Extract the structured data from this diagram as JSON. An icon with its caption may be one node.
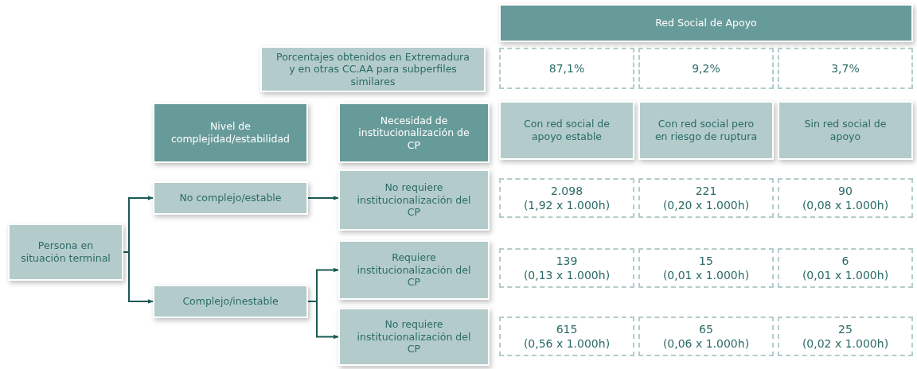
{
  "diagram": {
    "nodes": [
      {
        "text": [
          "Red Social de Apoyo"
        ]
      },
      {
        "text": [
          "Porcentajes obtenidos en Extremadura y en otras CC.AA para subperfiles similares"
        ]
      },
      {
        "text": [
          "87,1%"
        ]
      },
      {
        "text": [
          "9,2%"
        ]
      },
      {
        "text": [
          "3,7%"
        ]
      },
      {
        "text": [
          "Nivel de complejidad/estabilidad"
        ]
      },
      {
        "text": [
          "Necesidad de institucionalización de CP"
        ]
      },
      {
        "text": [
          "Con red social de apoyo estable"
        ]
      },
      {
        "text": [
          "Con red social pero en riesgo de ruptura"
        ]
      },
      {
        "text": [
          "Sin red social de apoyo"
        ]
      },
      {
        "text": [
          "No complejo/estable"
        ]
      },
      {
        "text": [
          "No requiere institucionalización del CP"
        ]
      },
      {
        "text": [
          "2.098",
          "(1,92 x 1.000h)"
        ]
      },
      {
        "text": [
          "221",
          "(0,20 x 1.000h)"
        ]
      },
      {
        "text": [
          "90",
          "(0,08 x 1.000h)"
        ]
      },
      {
        "text": [
          "Persona en situación terminal"
        ]
      },
      {
        "text": [
          "Requiere institucionalización del CP"
        ]
      },
      {
        "text": [
          "139",
          "(0,13 x 1.000h)"
        ]
      },
      {
        "text": [
          "15",
          "(0,01 x 1.000h)"
        ]
      },
      {
        "text": [
          "6",
          "(0,01 x 1.000h)"
        ]
      },
      {
        "text": [
          "Complejo/inestable"
        ]
      },
      {
        "text": [
          "No requiere institucionalización del CP"
        ]
      },
      {
        "text": [
          "615",
          "(0,56 x 1.000h)"
        ]
      },
      {
        "text": [
          "65",
          "(0,06 x 1.000h)"
        ]
      },
      {
        "text": [
          "25",
          "(0,02 x 1.000h)"
        ]
      }
    ],
    "edges": [
      {
        "from": 15,
        "to": 10,
        "arrow": "to"
      },
      {
        "from": 15,
        "to": 20,
        "arrow": "to"
      },
      {
        "from": 10,
        "to": 11,
        "arrow": "to"
      },
      {
        "from": 20,
        "to": 16,
        "arrow": "to"
      },
      {
        "from": 20,
        "to": 21,
        "arrow": "to"
      }
    ]
  }
}
